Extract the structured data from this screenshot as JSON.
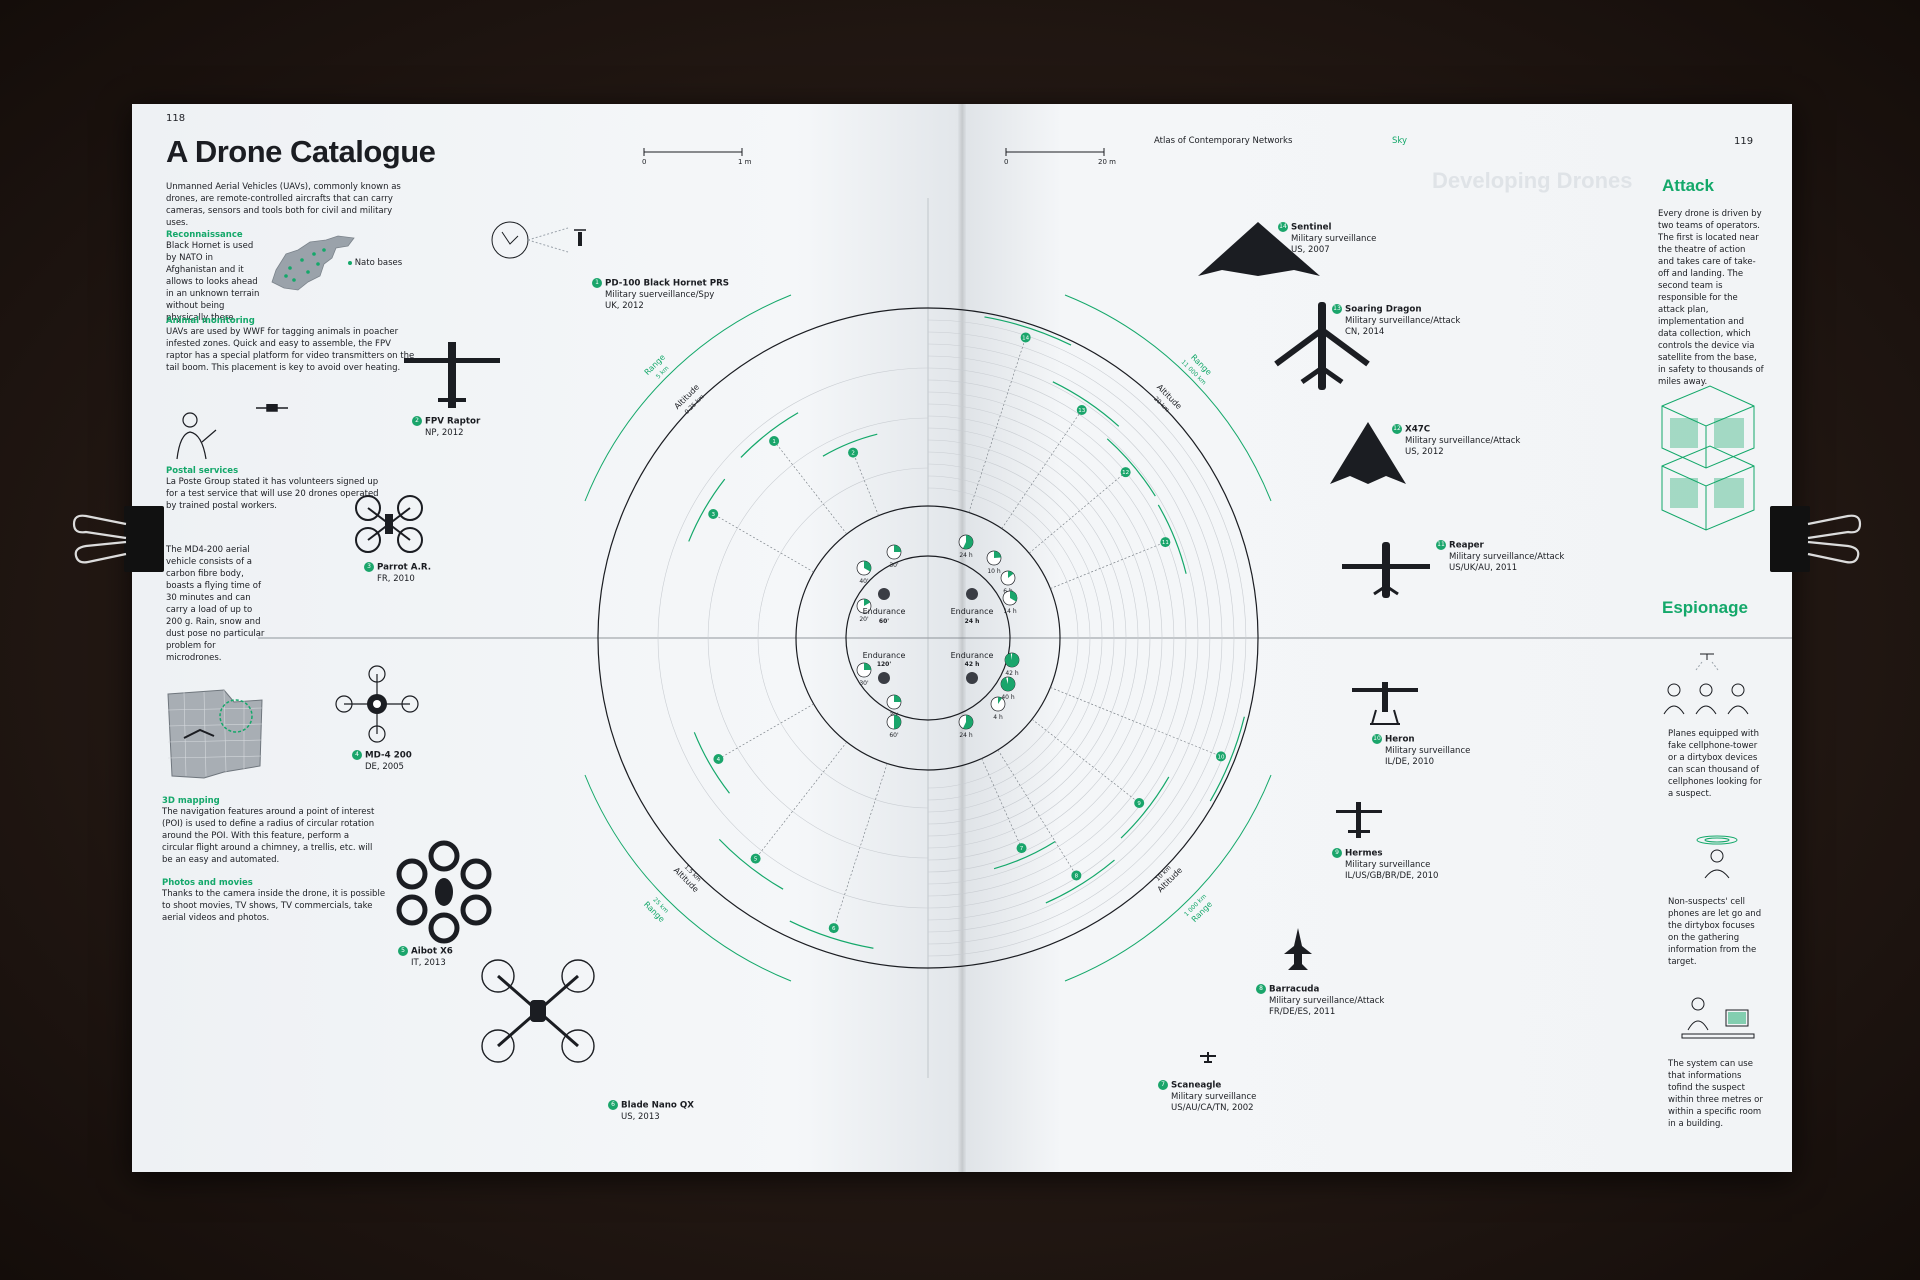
{
  "page_left": {
    "page_number": "118",
    "title": "A Drone Catalogue",
    "intro": "Unmanned Aerial Vehicles (UAVs), commonly known as drones, are remote-controlled aircrafts that can carry cameras, sensors and tools both for civil and military uses.",
    "sections": [
      {
        "heading": "Reconnaissance",
        "text": "Black Hornet is used by NATO in Afghanistan and it allows to looks ahead in an unknown terrain without being physically there."
      },
      {
        "heading": "Animal monitoring",
        "text": "UAVs are used by WWF for tagging animals in poacher infested zones. Quick and easy to assemble, the FPV raptor has a special platform for video transmitters on the tail boom. This placement is key to avoid over heating."
      },
      {
        "heading": "Postal services",
        "text": "La Poste Group stated it has volunteers signed up for a test service that will use 20 drones operated by trained postal workers."
      },
      {
        "heading": "",
        "text": "The MD4-200 aerial vehicle consists of a carbon fibre body, boasts a flying time of 30 minutes and can carry a load of up to 200 g. Rain, snow and dust pose no particular problem for microdrones."
      },
      {
        "heading": "3D mapping",
        "text": "The navigation features around a point of interest (POI) is used to define a radius of circular rotation around the POI. With this feature, perform a circular flight around a chimney, a trellis, etc. will be an easy and automated."
      },
      {
        "heading": "Photos and movies",
        "text": "Thanks to the camera inside the drone, it is possible to shoot movies, TV shows, TV commercials, take aerial videos and photos."
      }
    ],
    "map_legend": "Nato bases",
    "scale": {
      "start": "0",
      "end": "1 m"
    }
  },
  "page_right": {
    "page_number": "119",
    "running_head": "Atlas of Contemporary Networks",
    "section_tag": "Sky",
    "ghost_heading": "Developing Drones",
    "scale": {
      "start": "0",
      "end": "20 m"
    },
    "attack": {
      "heading": "Attack",
      "text": "Every drone is driven by two teams of operators. The first is located near the theatre of action and takes care of take-off and landing. The second team is responsible for the attack plan, implementation and data collection, which controls the device via satellite from the base, in safety to thousands of miles away."
    },
    "espionage": {
      "heading": "Espionage",
      "texts": [
        "Planes equipped with fake cellphone-tower or a dirtybox devices can scan thousand of cellphones looking for a suspect.",
        "Non-suspects' cell phones are let go and the dirtybox focuses on the gathering information from the target.",
        "The system can use that informations tofind the suspect within three metres or within a specific room in a building."
      ]
    }
  },
  "drones": [
    {
      "num": "1",
      "name": "PD-100 Black Hornet PRS",
      "role": "Military suerveillance/Spy",
      "origin": "UK, 2012"
    },
    {
      "num": "2",
      "name": "FPV Raptor",
      "role": "",
      "origin": "NP, 2012"
    },
    {
      "num": "3",
      "name": "Parrot A.R.",
      "role": "",
      "origin": "FR, 2010"
    },
    {
      "num": "4",
      "name": "MD-4 200",
      "role": "",
      "origin": "DE, 2005"
    },
    {
      "num": "5",
      "name": "Aibot X6",
      "role": "",
      "origin": "IT, 2013"
    },
    {
      "num": "6",
      "name": "Blade Nano QX",
      "role": "",
      "origin": "US, 2013"
    },
    {
      "num": "7",
      "name": "Scaneagle",
      "role": "Military surveillance",
      "origin": "US/AU/CA/TN, 2002"
    },
    {
      "num": "8",
      "name": "Barracuda",
      "role": "Military surveillance/Attack",
      "origin": "FR/DE/ES, 2011"
    },
    {
      "num": "9",
      "name": "Hermes",
      "role": "Military surveillance",
      "origin": "IL/US/GB/BR/DE, 2010"
    },
    {
      "num": "10",
      "name": "Heron",
      "role": "Military surveillance",
      "origin": "IL/DE, 2010"
    },
    {
      "num": "11",
      "name": "Reaper",
      "role": "Military surveillance/Attack",
      "origin": "US/UK/AU, 2011"
    },
    {
      "num": "12",
      "name": "X47C",
      "role": "Military surveillance/Attack",
      "origin": "US, 2012"
    },
    {
      "num": "13",
      "name": "Soaring Dragon",
      "role": "Military surveillance/Attack",
      "origin": "CN, 2014"
    },
    {
      "num": "14",
      "name": "Sentinel",
      "role": "Military surveillance",
      "origin": "US, 2007"
    }
  ],
  "radial": {
    "range_label": "Range",
    "altitude_label": "Altitude",
    "endurance_label": "Endurance",
    "quadrants": [
      {
        "endurance": "60'",
        "range": "5 km",
        "altitude": "0.25 km"
      },
      {
        "endurance": "24 h",
        "range": "11 000 km",
        "altitude": "20 km"
      },
      {
        "endurance": "120'",
        "range": "25 km",
        "altitude": "1.5 km"
      },
      {
        "endurance": "42 h",
        "range": "1 000 km",
        "altitude": "10 km"
      }
    ],
    "clock_labels_left": [
      "30'",
      "40'",
      "20'",
      "30'",
      "30'",
      "60'"
    ],
    "clock_labels_right": [
      "24 h",
      "10 h",
      "6 h",
      "14 h",
      "42 h",
      "40 h",
      "4 h",
      "24 h"
    ],
    "markers_left": [
      "1",
      "2",
      "3",
      "4",
      "5",
      "6"
    ],
    "markers_right": [
      "7",
      "8",
      "9",
      "10",
      "11",
      "12",
      "13",
      "14"
    ]
  },
  "colors": {
    "accent": "#14a86a",
    "ink": "#1b1d22",
    "paper": "#f3f5f7",
    "table": "#241914"
  }
}
